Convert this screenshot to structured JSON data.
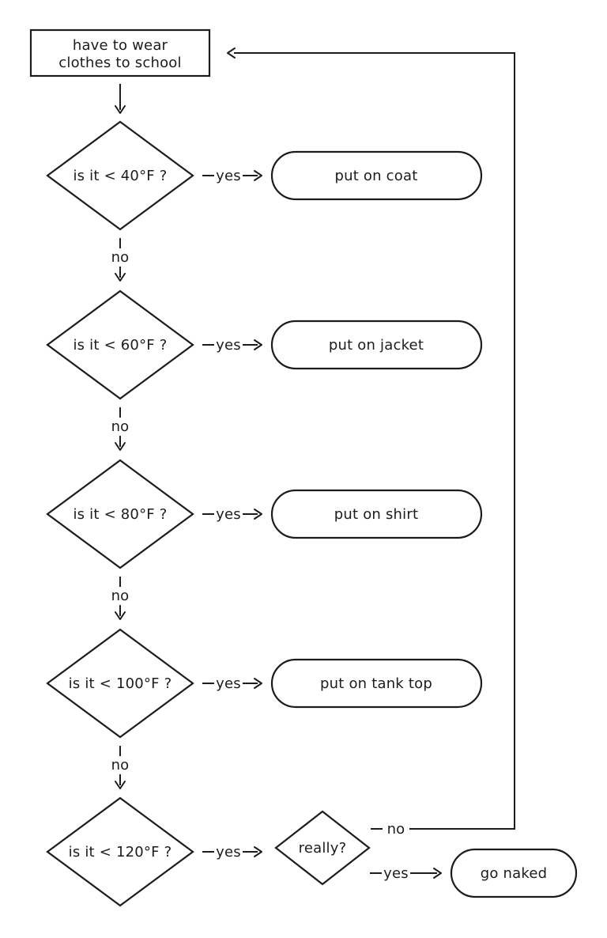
{
  "flowchart": {
    "title_hint": "clothing temperature decision flowchart",
    "colors": {
      "stroke": "#1c1c1c",
      "background": "#ffffff"
    },
    "start": {
      "line1": "have to wear",
      "line2": "clothes to school"
    },
    "decisions": [
      {
        "question": "is it < 40°F ?",
        "yes_label": "yes",
        "no_label": "no",
        "yes_action": "put on coat"
      },
      {
        "question": "is it < 60°F ?",
        "yes_label": "yes",
        "no_label": "no",
        "yes_action": "put on jacket"
      },
      {
        "question": "is it < 80°F ?",
        "yes_label": "yes",
        "no_label": "no",
        "yes_action": "put on shirt"
      },
      {
        "question": "is it < 100°F ?",
        "yes_label": "yes",
        "no_label": "no",
        "yes_action": "put on tank top"
      },
      {
        "question": "is it < 120°F ?",
        "yes_label": "yes"
      }
    ],
    "confirm": {
      "question": "really?",
      "no_label": "no",
      "yes_label": "yes",
      "yes_action": "go naked"
    }
  }
}
